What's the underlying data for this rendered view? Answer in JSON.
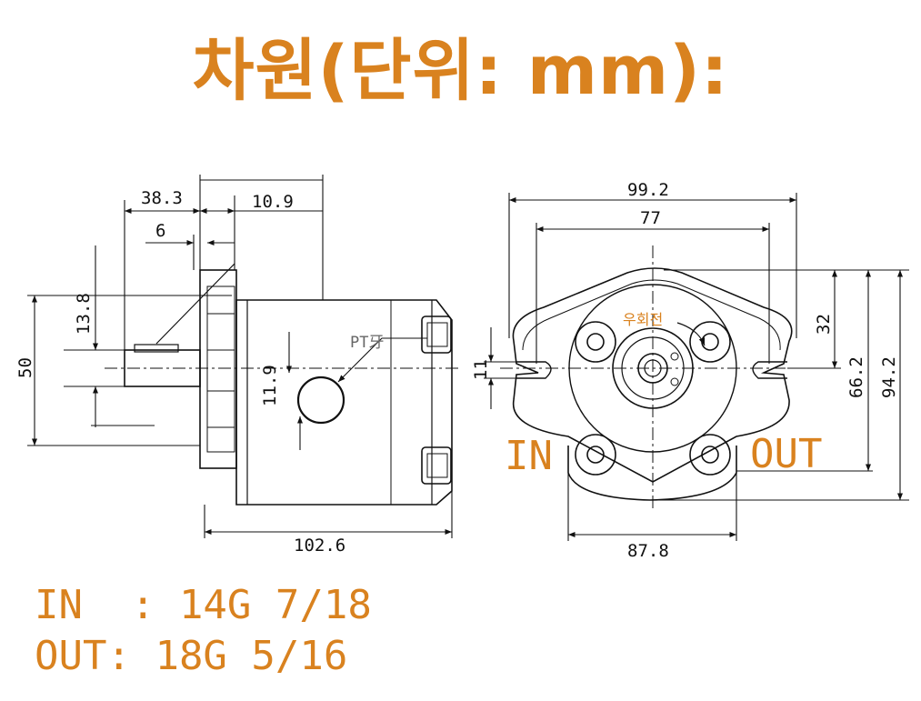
{
  "title": "차원(단위: mm):",
  "side_view": {
    "dim_38_3": "38.3",
    "dim_10_9": "10.9",
    "dim_6": "6",
    "dim_13_8": "13.8",
    "dim_50": "50",
    "dim_11_9": "11.9",
    "dim_102_6": "102.6",
    "thread_label": "PT牙"
  },
  "front_view": {
    "dim_99_2": "99.2",
    "dim_77": "77",
    "dim_32": "32",
    "dim_66_2": "66.2",
    "dim_94_2": "94.2",
    "dim_11": "11",
    "dim_87_8": "87.8",
    "rotation_label": "우회전",
    "in_label": "IN",
    "out_label": "OUT"
  },
  "specs": {
    "in_line": "IN  : 14G 7/18",
    "out_line": "OUT: 18G 5/16"
  },
  "colors": {
    "accent": "#d9821f",
    "line": "#111111"
  }
}
